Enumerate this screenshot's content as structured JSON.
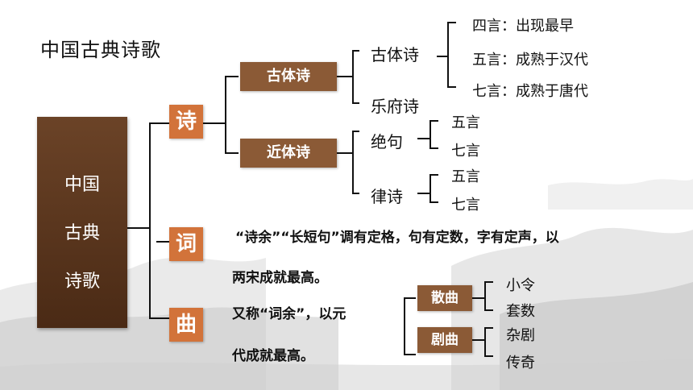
{
  "title": "中国古典诗歌",
  "root": {
    "lines": [
      "中国",
      "古典",
      "诗歌"
    ]
  },
  "shi": {
    "label": "诗",
    "gutishi": {
      "label": "古体诗",
      "children": [
        {
          "label": "古体诗",
          "items": [
            "四言：出现最早",
            "五言：成熟于汉代",
            "七言：成熟于唐代"
          ]
        },
        {
          "label": "乐府诗"
        }
      ]
    },
    "jintishi": {
      "label": "近体诗",
      "children": [
        {
          "label": "绝句",
          "items": [
            "五言",
            "七言"
          ]
        },
        {
          "label": "律诗",
          "items": [
            "五言",
            "七言"
          ]
        }
      ]
    }
  },
  "ci": {
    "label": "词",
    "desc_line1": "“诗余”“长短句”调有定格，句有定数，字有定声，以",
    "desc_line2": "两宋成就最高。"
  },
  "qu": {
    "label": "曲",
    "desc_line1": "又称“词余”，以元",
    "desc_line2": "代成就最高。",
    "sanqu": {
      "label": "散曲",
      "items": [
        "小令",
        "套数"
      ]
    },
    "juqu": {
      "label": "剧曲",
      "items": [
        "杂剧",
        "传奇"
      ]
    }
  }
}
